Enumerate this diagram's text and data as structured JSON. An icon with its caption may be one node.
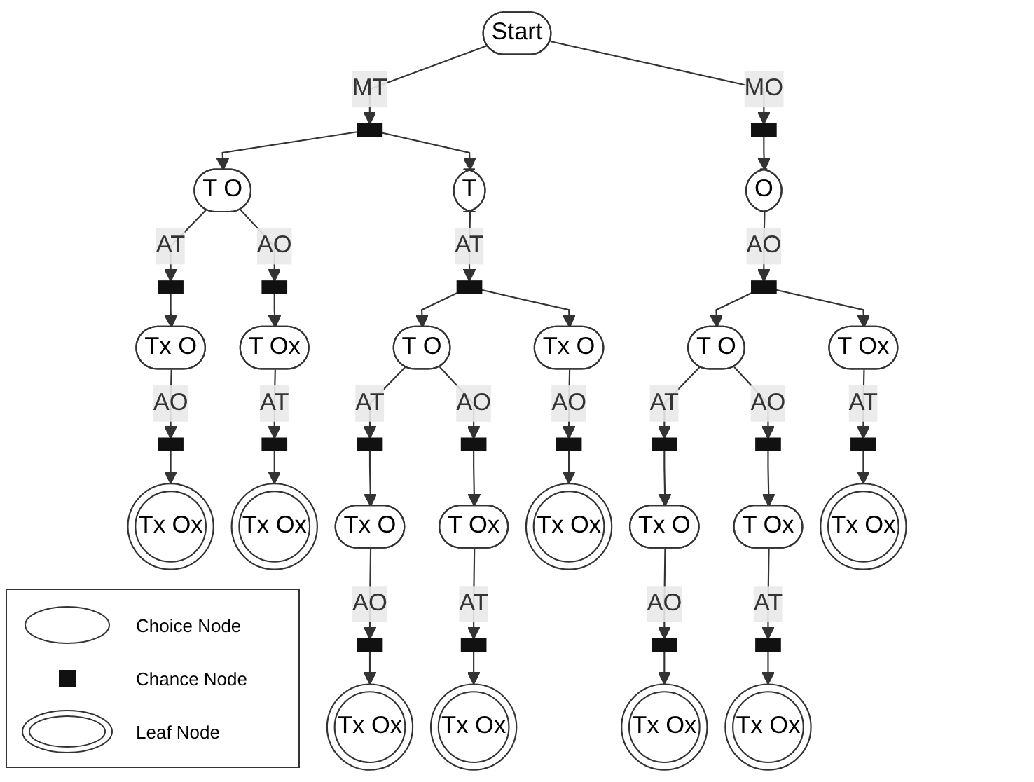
{
  "diagram": {
    "nodes": [
      {
        "text": [
          "Start"
        ]
      },
      {
        "text": [],
        "shape": "box"
      },
      {
        "text": [],
        "shape": "box"
      },
      {
        "text": [
          "T O"
        ]
      },
      {
        "text": [
          "T"
        ]
      },
      {
        "text": [
          "O"
        ]
      },
      {
        "text": [],
        "shape": "box"
      },
      {
        "text": [],
        "shape": "box"
      },
      {
        "text": [],
        "shape": "box"
      },
      {
        "text": [],
        "shape": "box"
      },
      {
        "text": [
          "Tx O"
        ]
      },
      {
        "text": [
          "T Ox"
        ]
      },
      {
        "text": [
          "T O"
        ]
      },
      {
        "text": [
          "Tx O"
        ]
      },
      {
        "text": [
          "T O"
        ]
      },
      {
        "text": [
          "T Ox"
        ]
      },
      {
        "text": [],
        "shape": "box"
      },
      {
        "text": [],
        "shape": "box"
      },
      {
        "text": [],
        "shape": "box"
      },
      {
        "text": [],
        "shape": "box"
      },
      {
        "text": [],
        "shape": "box"
      },
      {
        "text": [],
        "shape": "box"
      },
      {
        "text": [],
        "shape": "box"
      },
      {
        "text": [],
        "shape": "box"
      },
      {
        "text": [
          "Tx Ox"
        ]
      },
      {
        "text": [
          "Tx Ox"
        ]
      },
      {
        "text": [
          "Tx O"
        ]
      },
      {
        "text": [
          "T Ox"
        ]
      },
      {
        "text": [
          "Tx Ox"
        ]
      },
      {
        "text": [
          "Tx O"
        ]
      },
      {
        "text": [
          "T Ox"
        ]
      },
      {
        "text": [
          "Tx Ox"
        ]
      },
      {
        "text": [],
        "shape": "box"
      },
      {
        "text": [],
        "shape": "box"
      },
      {
        "text": [],
        "shape": "box"
      },
      {
        "text": [],
        "shape": "box"
      },
      {
        "text": [
          "Tx Ox"
        ]
      },
      {
        "text": [
          "Tx Ox"
        ]
      },
      {
        "text": [
          "Tx Ox"
        ]
      },
      {
        "text": [
          "Tx Ox"
        ]
      }
    ],
    "edges": [
      {
        "from": 0,
        "to": 1,
        "arrow": "to",
        "label": "MT"
      },
      {
        "from": 0,
        "to": 2,
        "arrow": "to",
        "label": "MO"
      },
      {
        "from": 1,
        "to": 3,
        "arrow": "to"
      },
      {
        "from": 1,
        "to": 4,
        "arrow": "to"
      },
      {
        "from": 2,
        "to": 5,
        "arrow": "to"
      },
      {
        "from": 3,
        "to": 6,
        "arrow": "to",
        "label": "AT"
      },
      {
        "from": 3,
        "to": 7,
        "arrow": "to",
        "label": "AO"
      },
      {
        "from": 4,
        "to": 8,
        "arrow": "to",
        "label": "AT"
      },
      {
        "from": 5,
        "to": 9,
        "arrow": "to",
        "label": "AO"
      },
      {
        "from": 6,
        "to": 10,
        "arrow": "to"
      },
      {
        "from": 7,
        "to": 11,
        "arrow": "to"
      },
      {
        "from": 8,
        "to": 12,
        "arrow": "to"
      },
      {
        "from": 8,
        "to": 13,
        "arrow": "to"
      },
      {
        "from": 9,
        "to": 14,
        "arrow": "to"
      },
      {
        "from": 9,
        "to": 15,
        "arrow": "to"
      },
      {
        "from": 10,
        "to": 16,
        "arrow": "to",
        "label": "AO"
      },
      {
        "from": 11,
        "to": 17,
        "arrow": "to",
        "label": "AT"
      },
      {
        "from": 12,
        "to": 18,
        "arrow": "to",
        "label": "AT"
      },
      {
        "from": 12,
        "to": 19,
        "arrow": "to",
        "label": "AO"
      },
      {
        "from": 13,
        "to": 20,
        "arrow": "to",
        "label": "AO"
      },
      {
        "from": 14,
        "to": 21,
        "arrow": "to",
        "label": "AT"
      },
      {
        "from": 14,
        "to": 22,
        "arrow": "to",
        "label": "AO"
      },
      {
        "from": 15,
        "to": 23,
        "arrow": "to",
        "label": "AT"
      },
      {
        "from": 16,
        "to": 24,
        "arrow": "to"
      },
      {
        "from": 17,
        "to": 25,
        "arrow": "to"
      },
      {
        "from": 18,
        "to": 26,
        "arrow": "to"
      },
      {
        "from": 19,
        "to": 27,
        "arrow": "to"
      },
      {
        "from": 20,
        "to": 28,
        "arrow": "to"
      },
      {
        "from": 21,
        "to": 29,
        "arrow": "to"
      },
      {
        "from": 22,
        "to": 30,
        "arrow": "to"
      },
      {
        "from": 23,
        "to": 31,
        "arrow": "to"
      },
      {
        "from": 26,
        "to": 32,
        "arrow": "to",
        "label": "AO"
      },
      {
        "from": 27,
        "to": 33,
        "arrow": "to",
        "label": "AT"
      },
      {
        "from": 29,
        "to": 34,
        "arrow": "to",
        "label": "AO"
      },
      {
        "from": 30,
        "to": 35,
        "arrow": "to",
        "label": "AT"
      },
      {
        "from": 32,
        "to": 36,
        "arrow": "to"
      },
      {
        "from": 33,
        "to": 37,
        "arrow": "to"
      },
      {
        "from": 34,
        "to": 38,
        "arrow": "to"
      },
      {
        "from": 35,
        "to": 39,
        "arrow": "to"
      }
    ],
    "legend": [
      {
        "text": "Choice Node"
      },
      {
        "text": "Chance Node"
      },
      {
        "text": "Leaf Node"
      }
    ]
  }
}
